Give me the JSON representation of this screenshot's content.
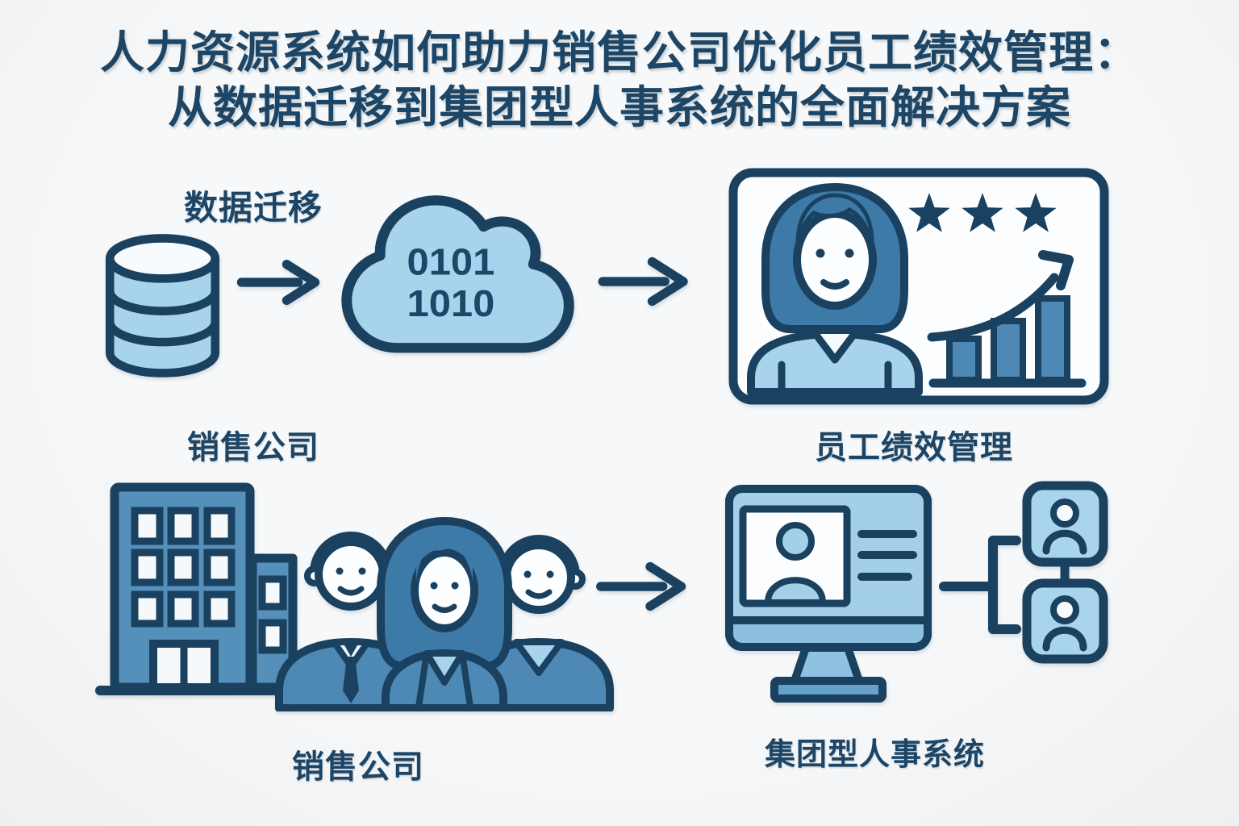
{
  "title": {
    "line1": "人力资源系统如何助力销售公司优化员工绩效管理：",
    "line2": "从数据迁移到集团型人事系统的全面解决方案"
  },
  "labels": {
    "data_migration": "数据迁移",
    "sales_company_top": "销售公司",
    "employee_performance": "员工绩效管理",
    "sales_company_bottom": "销售公司",
    "group_hr_system": "集团型人事系统"
  },
  "cloud": {
    "binary_line1": "0101",
    "binary_line2": "1010"
  },
  "icons": {
    "database": "database-cylinder-icon",
    "arrow": "arrow-right-icon",
    "cloud": "cloud-data-icon",
    "performance_card": "performance-card",
    "avatar": "female-employee-avatar",
    "stars": "three-star-rating-icon",
    "growth_chart": "growth-bar-chart-icon",
    "building": "office-building-icon",
    "team": "employees-group-icon",
    "monitor": "monitor-profile-icon",
    "org_chart": "org-chart-icon"
  },
  "colors": {
    "background": "#F3F5F7",
    "navy_outline": "#1A4160",
    "title_text": "#1D4565",
    "light_blue": "#A7D3EC",
    "medium_blue": "#4E89B5",
    "hair_blue": "#3E7AA8",
    "screen_blue": "#A3CFE8",
    "card_white": "#FBFDFE"
  }
}
